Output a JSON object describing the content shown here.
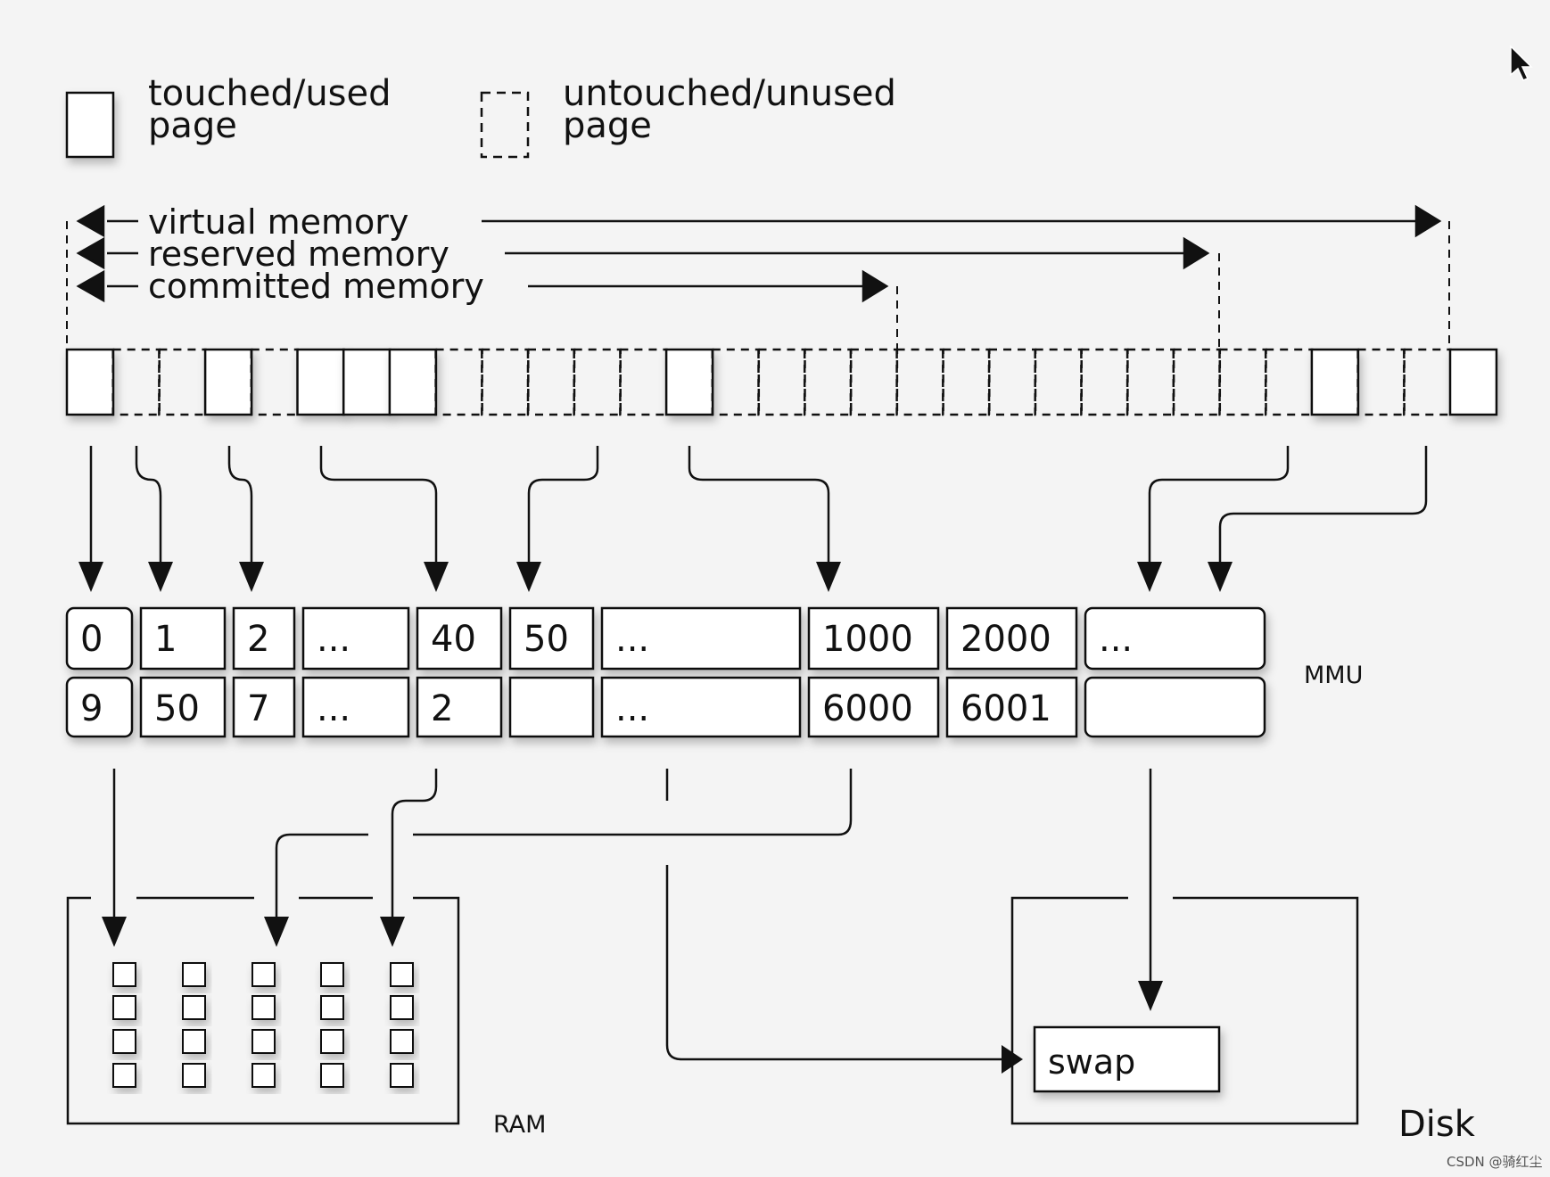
{
  "legend": {
    "used_l1": "touched/used",
    "used_l2": "page",
    "unused_l1": "untouched/unused",
    "unused_l2": "page"
  },
  "ranges": {
    "virtual": "virtual memory",
    "reserved": "reserved memory",
    "committed": "committed memory"
  },
  "pages": [
    "used",
    "unused",
    "unused",
    "used",
    "unused",
    "used",
    "used",
    "used",
    "unused",
    "unused",
    "unused",
    "unused",
    "unused",
    "used",
    "unused",
    "unused",
    "unused",
    "unused",
    "unused",
    "unused",
    "unused",
    "unused",
    "unused",
    "unused",
    "unused",
    "unused",
    "unused",
    "used",
    "unused",
    "unused",
    "used"
  ],
  "mmu": {
    "label": "MMU",
    "top": [
      "0",
      "1",
      "2",
      "...",
      "40",
      "50",
      "...",
      "1000",
      "2000",
      "..."
    ],
    "bottom": [
      "9",
      "50",
      "7",
      "...",
      "2",
      "",
      "...",
      "6000",
      "6001",
      ""
    ]
  },
  "ram": {
    "label": "RAM"
  },
  "disk": {
    "label": "Disk",
    "swap_label": "swap"
  },
  "watermark": "CSDN @骑红尘",
  "icons": {
    "cursor": "mouse-pointer-icon"
  }
}
